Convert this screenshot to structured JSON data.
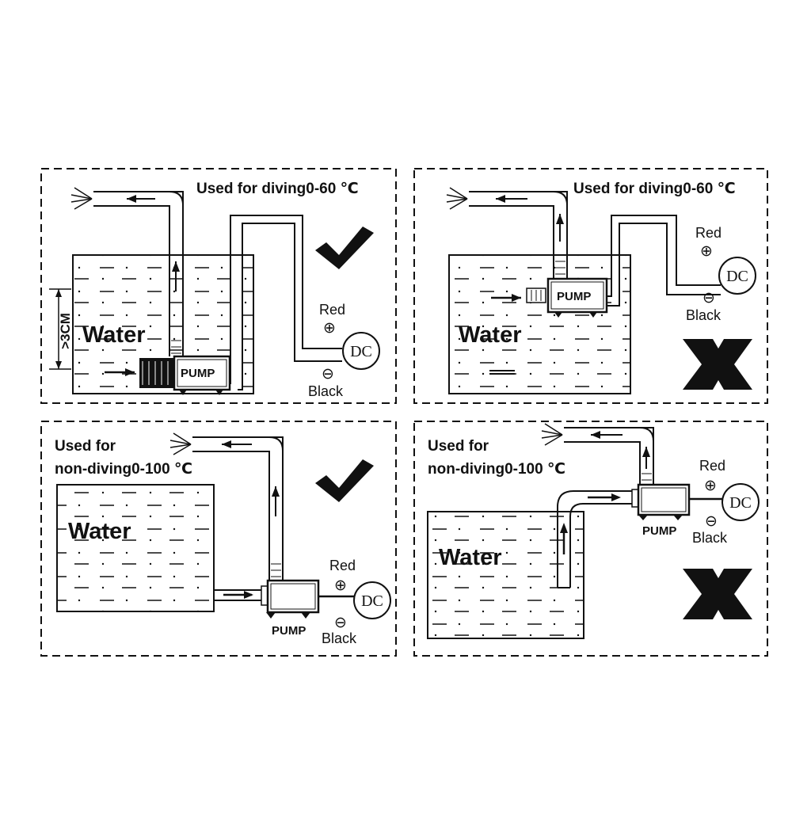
{
  "panels": [
    {
      "heading": "Used for diving0-60 ℃",
      "water_label": "Water",
      "pump_label": "PUMP",
      "red_label": "Red",
      "black_label": "Black",
      "dc_label": "DC",
      "plus_symbol": "⊕",
      "minus_symbol": "⊖",
      "depth_label": ">3CM",
      "verdict": "correct",
      "verdict_icon": "check-icon"
    },
    {
      "heading": "Used for diving0-60 ℃",
      "water_label": "Water",
      "pump_label": "PUMP",
      "red_label": "Red",
      "black_label": "Black",
      "dc_label": "DC",
      "plus_symbol": "⊕",
      "minus_symbol": "⊖",
      "verdict": "wrong",
      "verdict_icon": "cross-icon"
    },
    {
      "heading_line1": "Used for",
      "heading_line2": "non-diving0-100 ℃",
      "water_label": "Water",
      "pump_label": "PUMP",
      "red_label": "Red",
      "black_label": "Black",
      "dc_label": "DC",
      "plus_symbol": "⊕",
      "minus_symbol": "⊖",
      "verdict": "correct",
      "verdict_icon": "check-icon"
    },
    {
      "heading_line1": "Used for",
      "heading_line2": "non-diving0-100 ℃",
      "water_label": "Water",
      "pump_label": "PUMP",
      "red_label": "Red",
      "black_label": "Black",
      "dc_label": "DC",
      "plus_symbol": "⊕",
      "minus_symbol": "⊖",
      "verdict": "wrong",
      "verdict_icon": "cross-icon"
    }
  ],
  "colors": {
    "ink": "#111111",
    "background": "#ffffff"
  }
}
